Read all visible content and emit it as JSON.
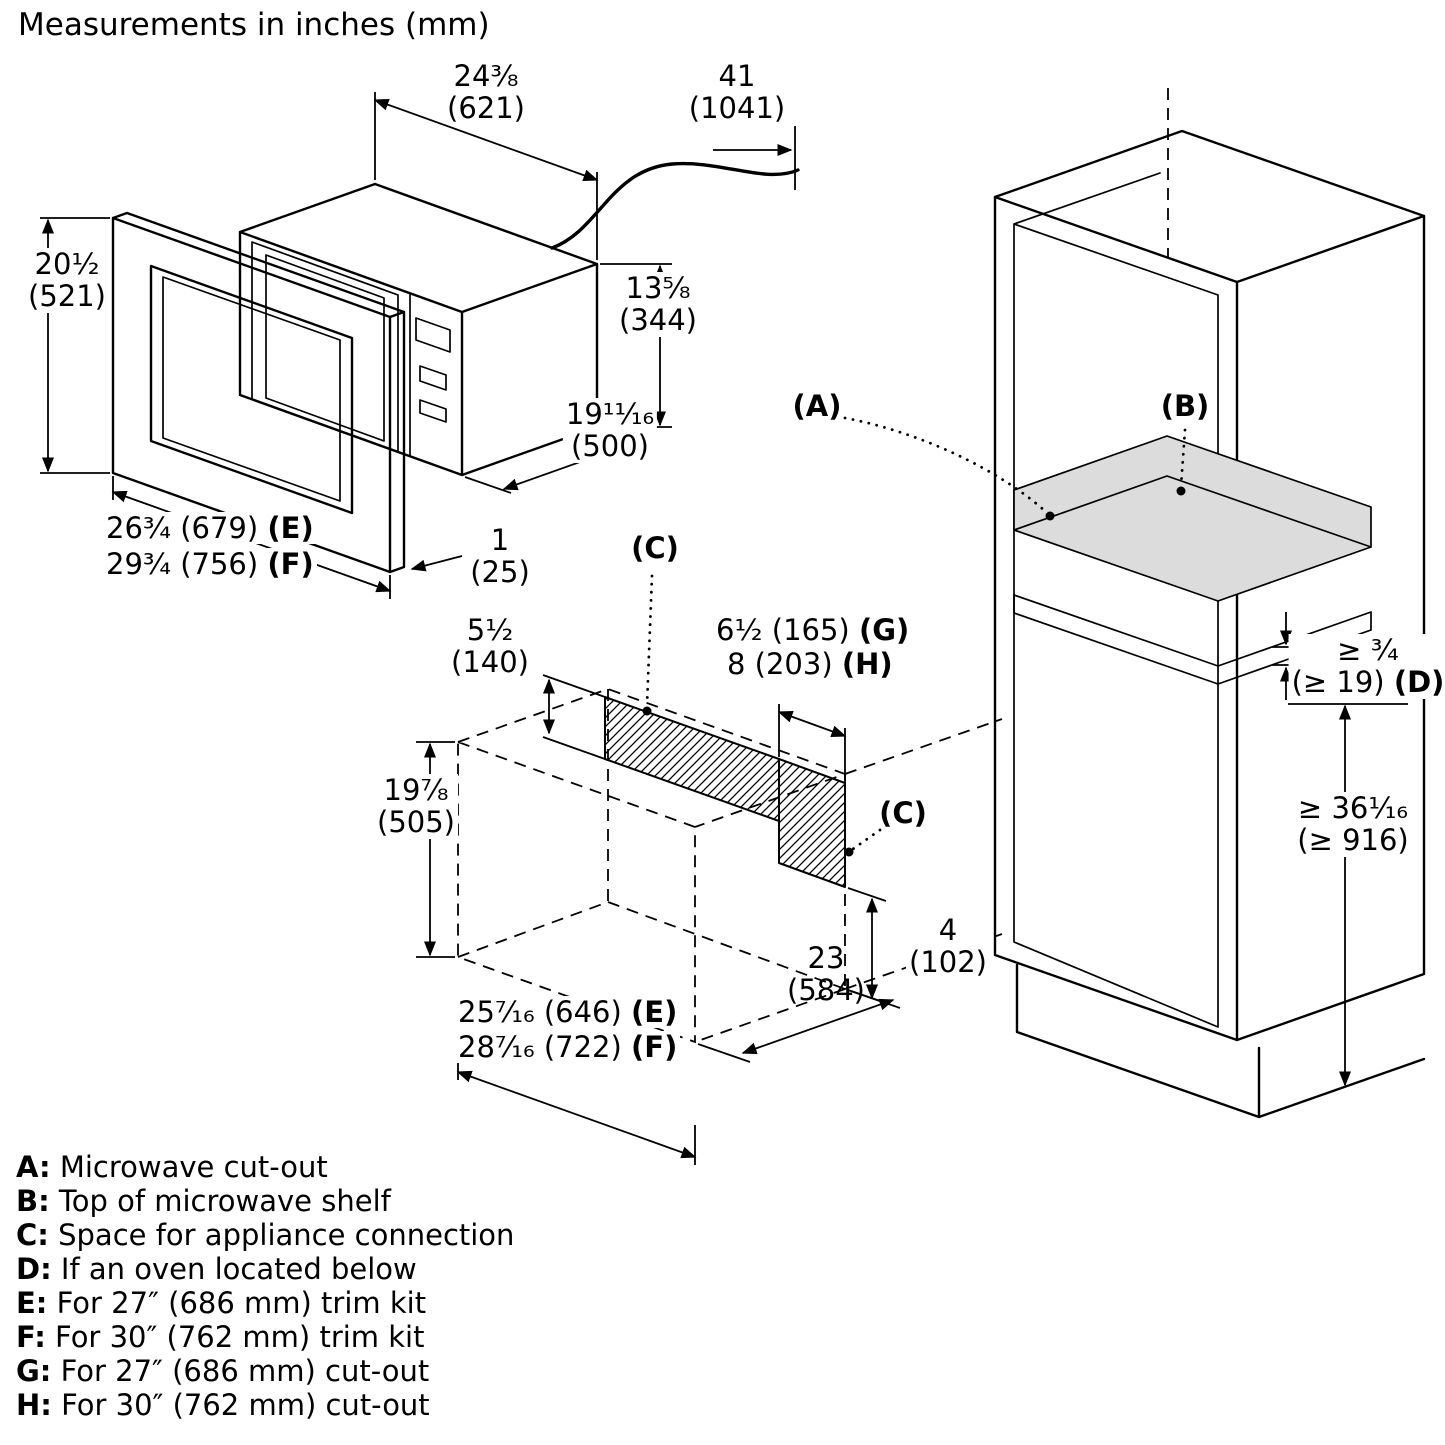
{
  "title": "Measurements in inches (mm)",
  "microwave": {
    "width": "24³⁄₈",
    "width_mm": "(621)",
    "cord_length": "41",
    "cord_length_mm": "(1041)",
    "frame_height": "20¹⁄₂",
    "frame_height_mm": "(521)",
    "body_height": "13⁵⁄₈",
    "body_height_mm": "(344)",
    "depth": "19¹¹⁄₁₆",
    "depth_mm": "(500)",
    "trim_width_27": "26³⁄₄ (679)",
    "trim_width_27_key": "(E)",
    "trim_width_30": "29³⁄₄ (756)",
    "trim_width_30_key": "(F)",
    "trim_thickness": "1",
    "trim_thickness_mm": "(25)"
  },
  "cutout": {
    "label_c": "(C)",
    "conn_height": "5¹⁄₂",
    "conn_height_mm": "(140)",
    "conn_width_27": "6¹⁄₂ (165)",
    "conn_width_27_key": "(G)",
    "conn_width_30": "8 (203)",
    "conn_width_30_key": "(H)",
    "height": "19⁷⁄₈",
    "height_mm": "(505)",
    "depth": "23",
    "depth_mm": "(584)",
    "conn_bottom": "4",
    "conn_bottom_mm": "(102)",
    "width_27": "25⁷⁄₁₆ (646)",
    "width_27_key": "(E)",
    "width_30": "28⁷⁄₁₆ (722)",
    "width_30_key": "(F)"
  },
  "cabinet": {
    "label_a": "(A)",
    "label_b": "(B)",
    "shelf_gap": "≥ ³⁄₄",
    "shelf_gap_mm": "(≥ 19)",
    "shelf_gap_key": "(D)",
    "shelf_height": "≥ 36¹⁄₁₆",
    "shelf_height_mm": "(≥ 916)"
  },
  "legend": [
    {
      "key": "A:",
      "text": "Microwave cut-out"
    },
    {
      "key": "B:",
      "text": "Top of microwave shelf"
    },
    {
      "key": "C:",
      "text": "Space for appliance connection"
    },
    {
      "key": "D:",
      "text": "If an oven located below"
    },
    {
      "key": "E:",
      "text": "For 27″ (686 mm) trim kit"
    },
    {
      "key": "F:",
      "text": "For 30″ (762 mm) trim kit"
    },
    {
      "key": "G:",
      "text": "For 27″ (686 mm) cut-out"
    },
    {
      "key": "H:",
      "text": "For 30″ (762 mm) cut-out"
    }
  ]
}
